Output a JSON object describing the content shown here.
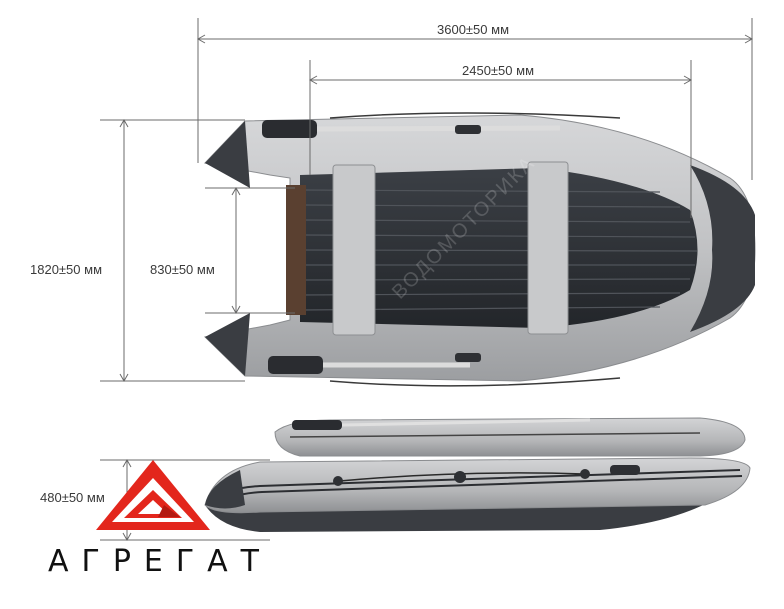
{
  "dimensions": {
    "overall_length": "3600±50 мм",
    "inner_length": "2450±50 мм",
    "overall_width": "1820±50 мм",
    "inner_width": "830±50 мм",
    "height": "480±50 мм"
  },
  "brand": {
    "name": "АГРЕГАТ",
    "logo_icon": "triangle-logo-icon"
  },
  "watermark": "ВОДОМОТОРИКА",
  "colors": {
    "tube_light": "#c4c5c7",
    "tube_dark": "#3a3d42",
    "floor": "#2c2f34",
    "dimension_line": "#6b6b6b",
    "brand_red": "#e3261c"
  }
}
